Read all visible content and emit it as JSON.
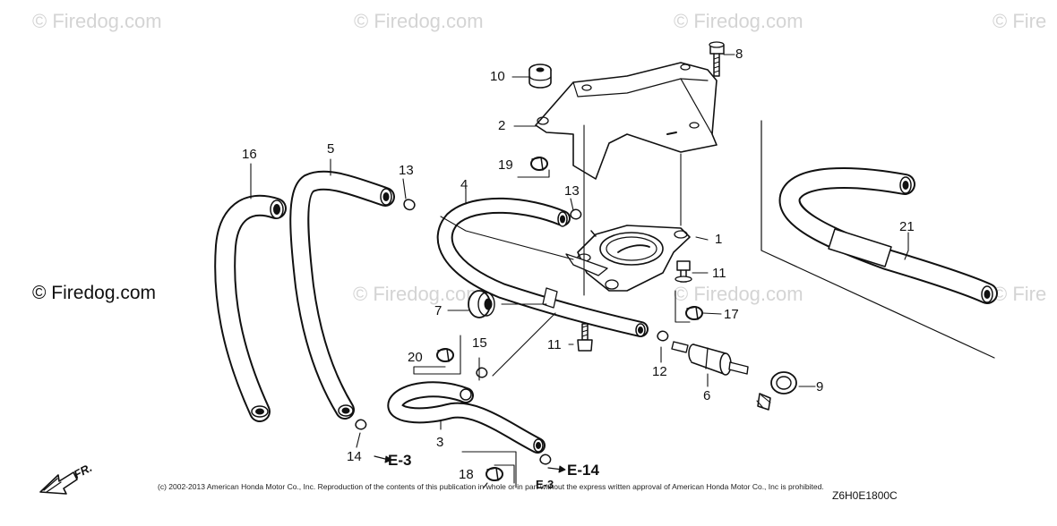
{
  "watermarks": [
    "© Firedog.com",
    "© Firedog.com",
    "© Firedog.com",
    "© Fire",
    "© Firedog.com",
    "© Firedog.com",
    "© Fire"
  ],
  "watermark_main": "© Firedog.com",
  "callouts": [
    "1",
    "2",
    "3",
    "4",
    "5",
    "6",
    "7",
    "8",
    "9",
    "10",
    "11",
    "11",
    "12",
    "13",
    "13",
    "14",
    "15",
    "16",
    "17",
    "18",
    "19",
    "20",
    "21"
  ],
  "references": [
    "E-3",
    "E-14",
    "E-3"
  ],
  "direction_label": "FR.",
  "copyright": "(c) 2002-2013 American Honda Motor Co., Inc. Reproduction of the contents of this publication in whole or in part without the express written approval of American Honda Motor Co., Inc is prohibited.",
  "diagram_code": "Z6H0E1800C",
  "colors": {
    "line": "#111111",
    "watermark": "#d4d4d4",
    "background": "#ffffff"
  }
}
